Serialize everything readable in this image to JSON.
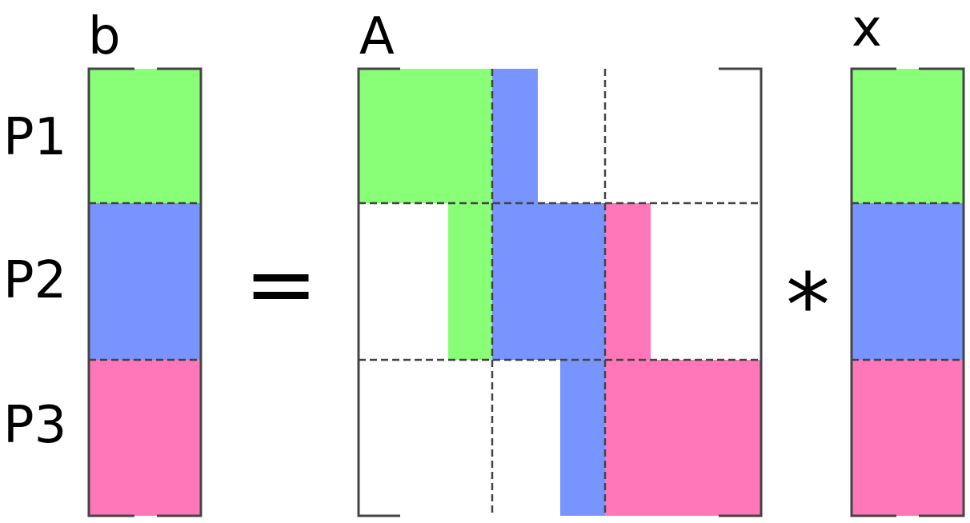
{
  "labels": {
    "b": "b",
    "A": "A",
    "x": "x",
    "equals": "=",
    "times": "*"
  },
  "partitions": [
    {
      "label": "P1",
      "color": "#88ff77"
    },
    {
      "label": "P2",
      "color": "#7894ff"
    },
    {
      "label": "P3",
      "color": "#ff77b8"
    }
  ],
  "colors": {
    "frame": "#444444",
    "divider": "#444444",
    "background": "#ffffff"
  }
}
